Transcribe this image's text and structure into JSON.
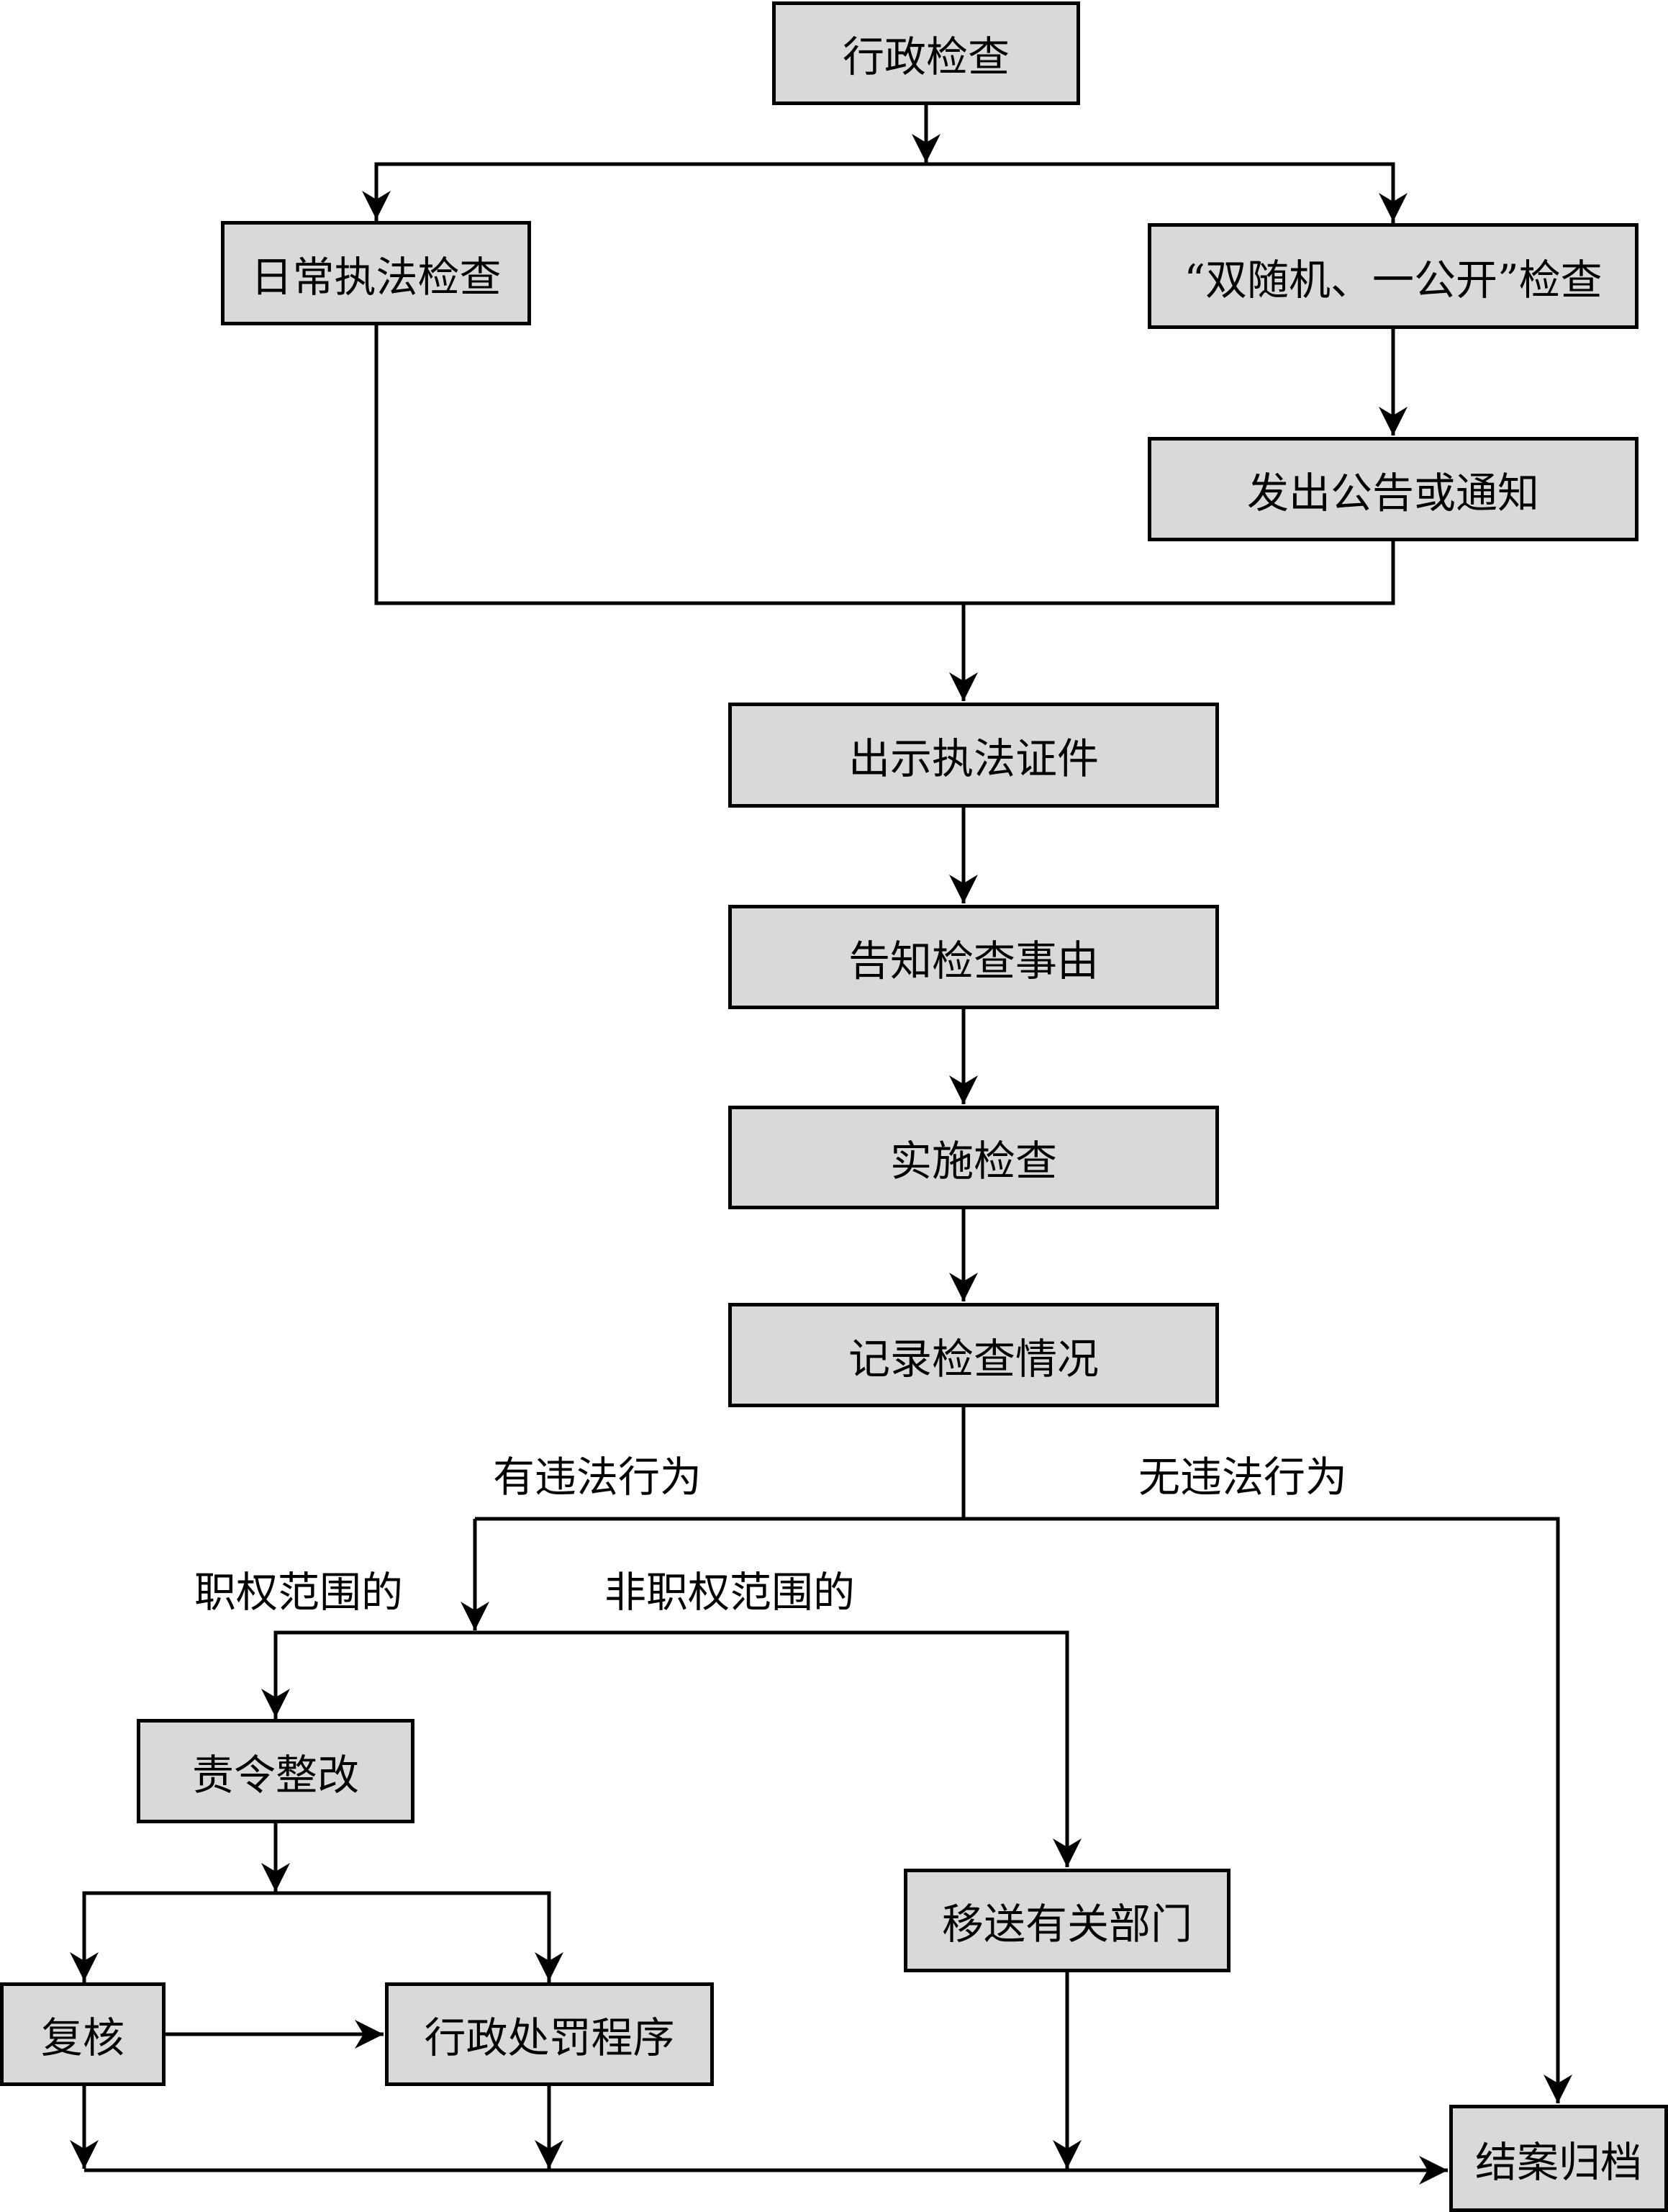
{
  "colors": {
    "box_fill": "#d9d9d9",
    "stroke": "#000000",
    "background": "#ffffff"
  },
  "nodes": {
    "admin_inspection": "行政检查",
    "routine_inspection": "日常执法检查",
    "double_random": "“双随机、一公开”检查",
    "issue_notice": "发出公告或通知",
    "show_credentials": "出示执法证件",
    "inform_reason": "告知检查事由",
    "conduct_inspection": "实施检查",
    "record_inspection": "记录检查情况",
    "order_rectification": "责令整改",
    "review": "复核",
    "penalty_procedure": "行政处罚程序",
    "transfer_department": "移送有关部门",
    "close_archive": "结案归档"
  },
  "branch_labels": {
    "has_violation": "有违法行为",
    "no_violation": "无违法行为",
    "within_authority": "职权范围的",
    "outside_authority": "非职权范围的"
  }
}
